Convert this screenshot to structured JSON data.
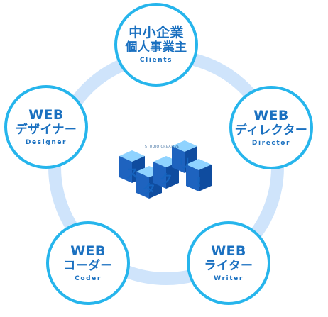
{
  "diagram": {
    "center_logo": {
      "kana": [
        "ス",
        "タ",
        "ク",
        "リ",
        "!"
      ],
      "tagline": "STUDIO CREATIVE"
    },
    "nodes": [
      {
        "id": "clients",
        "line1": "中小企業",
        "line2": "個人事業主",
        "en": "Clients"
      },
      {
        "id": "designer",
        "line1": "WEB",
        "line2": "デザイナー",
        "en": "Designer"
      },
      {
        "id": "director",
        "line1": "WEB",
        "line2": "ディレクター",
        "en": "Director"
      },
      {
        "id": "coder",
        "line1": "WEB",
        "line2": "コーダー",
        "en": "Coder"
      },
      {
        "id": "writer",
        "line1": "WEB",
        "line2": "ライター",
        "en": "Writer"
      }
    ],
    "colors": {
      "ring": "#cfe4fb",
      "node_border": "#26b5ec",
      "node_text": "#1a70c0",
      "cube_top": "#7ec0f2",
      "cube_front": "#1e63bf",
      "cube_side": "#0f4c9f"
    }
  }
}
